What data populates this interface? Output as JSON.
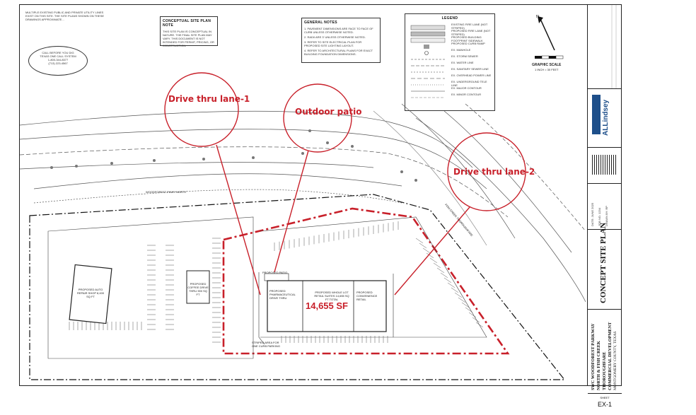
{
  "notes": {
    "existing_utilities": "MULTIPLE EXISTING PUBLIC AND PRIVATE UTILITY LINES EXIST ON THIS SITE. THE SITE PLANS SHOWN ON THESE DRAWINGS APPROXIMATE...",
    "texas_811_title": "CALL BEFORE YOU DIG",
    "texas_811_phone": "1-800-344-8377",
    "local_phone": "(713) 223-4567",
    "texas_811_name": "TEXAS ONE CALL SYSTEM"
  },
  "conceptual_note": {
    "title": "CONCEPTUAL SITE PLAN NOTE",
    "body": "THIS SITE PLAN IS CONCEPTUAL IN NATURE. THE FINAL SITE PLAN MAY VARY. THIS DOCUMENT IS NOT INTENDED FOR PERMIT, PRICING, OR CONSTRUCTION."
  },
  "general_notes": {
    "title": "GENERAL NOTES",
    "items": [
      "1. PAVEMENT DIMENSIONS ARE FACE TO FACE OF CURB UNLESS OTHERWISE NOTED.",
      "2. RADII ARE 3' UNLESS OTHERWISE NOTED.",
      "3. REFER TO SITE ELECTRICAL PLAN FOR PROPOSED SITE LIGHTING LAYOUT.",
      "4. REFER TO ARCHITECTURAL PLANS FOR EXACT BUILDING FOUNDATION DIMENSIONS."
    ]
  },
  "legend": {
    "title": "LEGEND",
    "items": [
      "EXISTING FIRE LANE (NOT STRIPED)",
      "PROPOSED FIRE LANE (NOT STRIPED)",
      "PROPOSED BUILDING FOOTPRINT SIDEWALK",
      "PROPOSED CURB RAMP",
      "EX. MANHOLE",
      "EX. STORM SEWER",
      "EX. WATER LINE",
      "EX. SANITARY SEWER LINE",
      "EX. OVERHEAD POWER LINE",
      "EX. UNDERGROUND TELE LINE",
      "EX. MAJOR CONTOUR",
      "EX. MINOR CONTOUR"
    ]
  },
  "scale": {
    "label": "GRAPHIC SCALE",
    "unit": "1 INCH = 30 FEET"
  },
  "callouts": [
    {
      "label": "Drive thru lane-1"
    },
    {
      "label": "Outdoor patio"
    },
    {
      "label": "Drive thru lane-2"
    }
  ],
  "building": {
    "area": "14,655 SF",
    "retail_label": "PROPOSED WHOLE LOT RETAIL SUITES\n14,655 SQ FT TOTAL",
    "left_suite": "PROPOSED PHARMACEUTICAL DRIVE THRU",
    "right_suite": "PROPOSED CONVENIENCE RETAIL"
  },
  "site_labels": {
    "road": "WOODFOREST PKWY NORTH",
    "road_east": "FISH CREEK THOROUGHFARE",
    "patio": "PROPOSED PATIO",
    "stripe": "STRIPED AREA FOR ONE CURB PARKING",
    "pad_left": "PROPOSED AUTO REPAIR SHOP 8,400 SQ FT",
    "pad_mid": "PROPOSED COFFEE DRIVE THRU 900 SQ FT"
  },
  "title_block": {
    "company": "ALLindsey",
    "project_lines": [
      "SWC WOODFOREST PARKWAY",
      "NORTH & FISH CREEK",
      "THOROUGHFARE",
      "COMMERCIAL DEVELOPMENT",
      "MONTGOMERY COUNTY, TEXAS"
    ],
    "sheet_title": "CONCEPT SITE PLAN",
    "sheet_label": "SHEET",
    "sheet_number": "EX-1",
    "date": "DATE: JUNE 2025",
    "job": "JOB NO. 1234",
    "drawn": "DRAWN BY: RP"
  },
  "colors": {
    "callout": "#c8202a",
    "line": "#333333"
  }
}
